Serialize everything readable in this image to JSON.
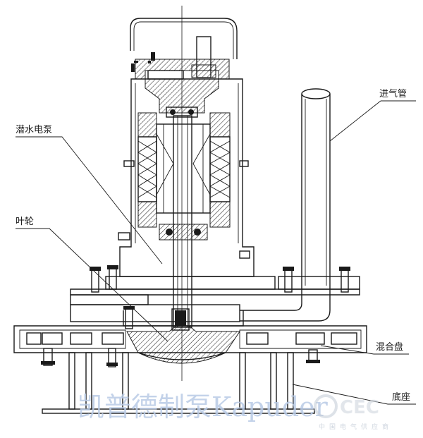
{
  "labels": {
    "submersible_motor": "潜水电泵",
    "impeller": "叶轮",
    "air_inlet_pipe": "进气管",
    "mixing_disc": "混合盘",
    "base": "底座"
  },
  "watermark": {
    "text": "凯普德制泵Kapuder",
    "logo_text": "CEC",
    "sub_text": "中国电气供应商"
  }
}
